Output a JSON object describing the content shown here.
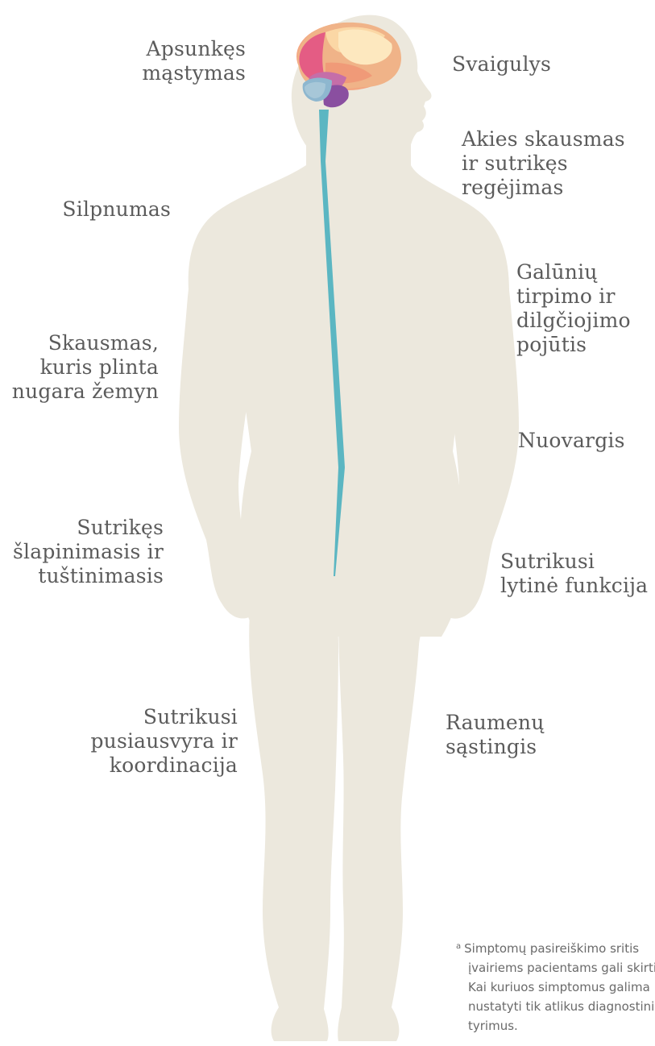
{
  "colors": {
    "body": "#ece8dd",
    "spine": "#5bb6c2",
    "text": "#5b5b5b"
  },
  "icons": [
    "human-body-silhouette",
    "brain-icon",
    "spinal-cord"
  ],
  "labels": {
    "apsunkes": [
      "Apsunkęs",
      "mąstymas"
    ],
    "svaigulys": [
      "Svaigulys"
    ],
    "akies": [
      "Akies skausmas",
      "ir sutrikęs",
      "regėjimas"
    ],
    "silpnumas": [
      "Silpnumas"
    ],
    "galuniu": [
      "Galūnių",
      "tirpimo ir",
      "dilgčiojimo",
      "pojūtis"
    ],
    "skausmas": [
      "Skausmas,",
      "kuris plinta",
      "nugara žemyn"
    ],
    "nuovargis": [
      "Nuovargis"
    ],
    "slapinimas": [
      "Sutrikęs",
      "šlapinimasis ir",
      "tuštinimasis"
    ],
    "lytine": [
      "Sutrikusi",
      "lytinė funkcija"
    ],
    "pusiausvyra": [
      "Sutrikusi",
      "pusiausvyra ir",
      "koordinacija"
    ],
    "raumenu": [
      "Raumenų",
      "sąstingis"
    ]
  },
  "footnote": {
    "marker": "a",
    "lines": [
      "Simptomų pasireiškimo sritis",
      "įvairiems pacientams gali skirtis.",
      "Kai kuriuos simptomus galima",
      "nustatyti tik atlikus diagnostinius",
      "tyrimus."
    ]
  }
}
